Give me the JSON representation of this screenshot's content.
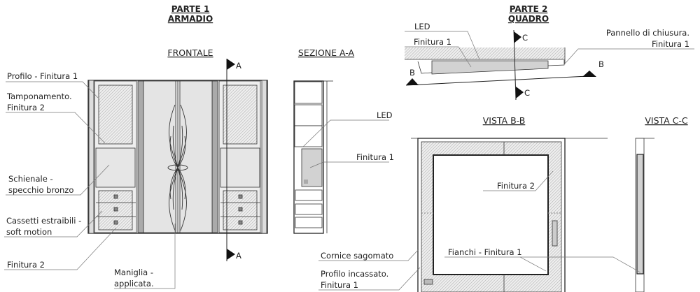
{
  "part1": {
    "title_line1": "PARTE 1",
    "title_line2": "ARMADIO"
  },
  "part2": {
    "title_line1": "PARTE 2",
    "title_line2": "QUADRO"
  },
  "views": {
    "frontale": "FRONTALE",
    "sezione_aa": "SEZIONE A-A",
    "vista_bb": "VISTA B-B",
    "vista_cc": "VISTA C-C"
  },
  "section_marks": {
    "a": "A",
    "b": "B",
    "c": "C"
  },
  "labels_armadio": {
    "profilo": "Profilo - Finitura 1",
    "tamponamento_1": "Tamponamento.",
    "tamponamento_2": "Finitura 2",
    "schienale_1": "Schienale -",
    "schienale_2": "specchio bronzo",
    "cassetti_1": "Cassetti estraibili -",
    "cassetti_2": "soft motion",
    "finitura2": "Finitura 2",
    "maniglia_1": "Maniglia -",
    "maniglia_2": "applicata.",
    "led": "LED",
    "finitura1": "Finitura 1"
  },
  "labels_quadro": {
    "led": "LED",
    "finitura1": "Finitura 1",
    "pannello_1": "Pannello di chiusura.",
    "pannello_2": "Finitura 1",
    "finitura2": "Finitura 2",
    "fianchi": "Fianchi - Finitura 1",
    "cornice": "Cornice sagomato",
    "profilo_1": "Profilo incassato.",
    "profilo_2": "Finitura 1"
  },
  "colors": {
    "line": "#222222",
    "panel_gray": "#d2d2d2",
    "mirror_gray": "#e6e6e6"
  }
}
